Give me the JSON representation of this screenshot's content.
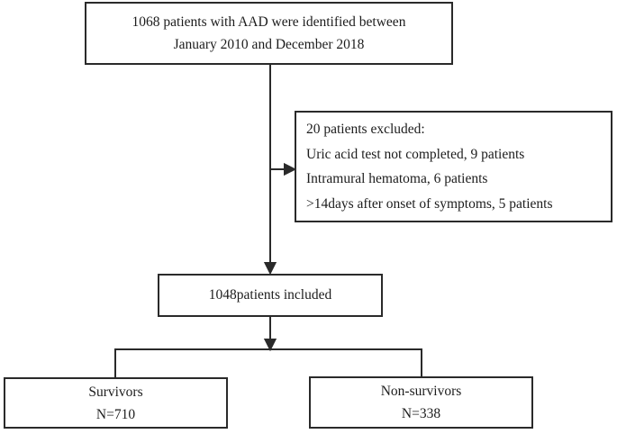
{
  "colors": {
    "line": "#2a2a2a",
    "text": "#1c1c1c",
    "background": "#ffffff"
  },
  "flowchart": {
    "top_box": {
      "lines": [
        "1068 patients with AAD were identified between",
        "January 2010 and December 2018"
      ]
    },
    "exclusion_box": {
      "lines": [
        "20 patients excluded:",
        "Uric acid test not completed, 9 patients",
        "Intramural hematoma, 6 patients",
        ">14days after onset of symptoms, 5 patients"
      ]
    },
    "included_box": {
      "label": "1048patients included"
    },
    "survivors_box": {
      "lines": [
        "Survivors",
        "N=710"
      ]
    },
    "non_survivors_box": {
      "lines": [
        "Non-survivors",
        "N=338"
      ]
    }
  }
}
